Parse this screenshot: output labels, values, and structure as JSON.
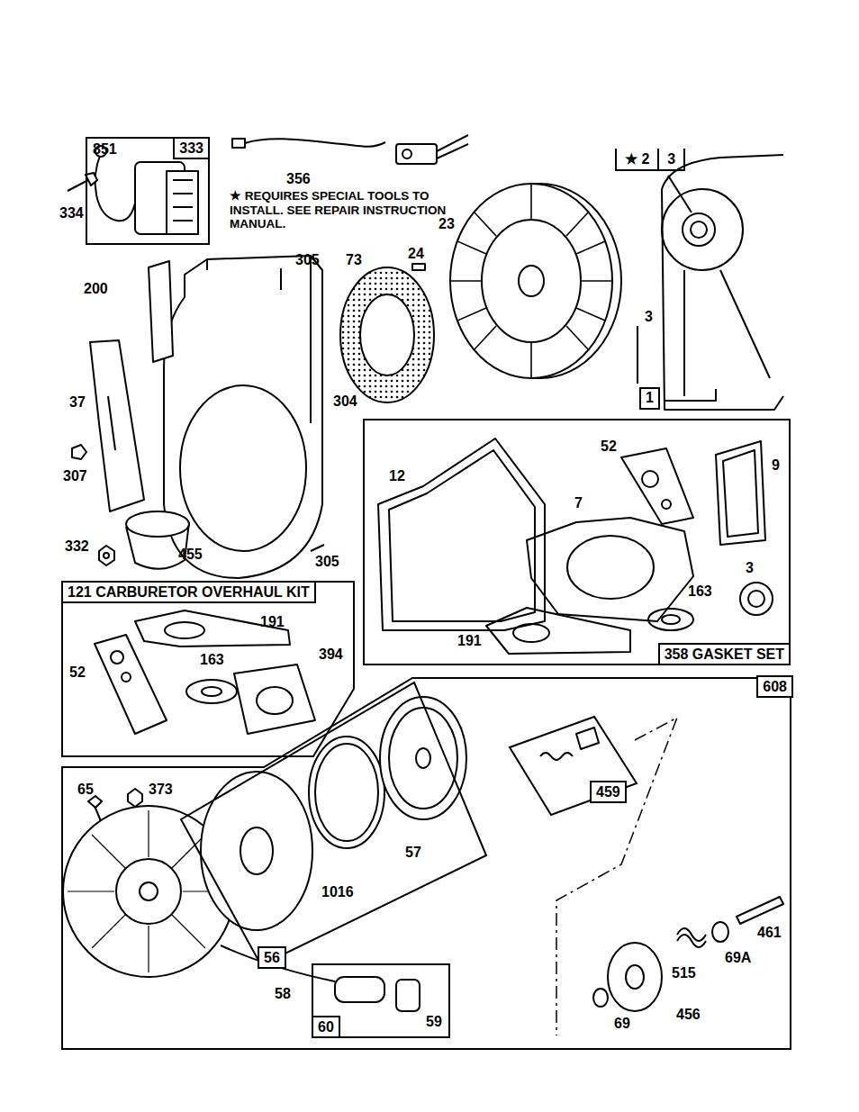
{
  "diagram": {
    "nodes": [
      {
        "text": [
          "333"
        ]
      },
      {
        "text": [
          "★ 2",
          "3"
        ]
      },
      {
        "text": [
          "1"
        ]
      },
      {
        "text": [
          "358 GASKET SET"
        ]
      },
      {
        "text": [
          "121 CARBURETOR OVERHAUL KIT"
        ]
      },
      {
        "text": [
          "608"
        ]
      },
      {
        "text": [
          "459"
        ],
        "in": 5
      },
      {
        "text": [
          "56"
        ],
        "in": 5
      },
      {
        "text": [
          "60"
        ],
        "in": 5
      }
    ],
    "labels": [
      "851",
      "334",
      "356",
      "★ REQUIRES SPECIAL TOOLS TO INSTALL. SEE REPAIR INSTRUCTION MANUAL.",
      "305",
      "73",
      "24",
      "23",
      "3",
      "200",
      "304",
      "37",
      "307",
      "332",
      "455",
      "305",
      "12",
      "52",
      "9",
      "7",
      "3",
      "163",
      "191",
      "191",
      "52",
      "163",
      "394",
      "65",
      "373",
      "57",
      "1016",
      "58",
      "59",
      "461",
      "69A",
      "515",
      "456",
      "69"
    ]
  }
}
